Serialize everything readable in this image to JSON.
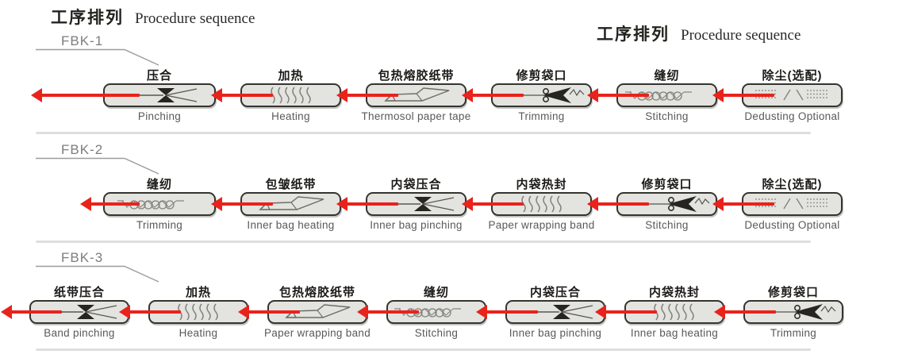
{
  "header": {
    "left": {
      "zh": "工序排列",
      "en": "Procedure sequence"
    },
    "right": {
      "zh": "工序排列",
      "en": "Procedure sequence"
    }
  },
  "colors": {
    "arrow_red": "#e8231c",
    "box_fill": "#e3e3df",
    "box_border": "#35342e",
    "english_label": "#58595a",
    "model_label": "#7c7d7f",
    "separator": "#dededb",
    "icon_gray": "#84837d",
    "icon_dark": "#262520"
  },
  "rows": [
    {
      "model": "FBK-1",
      "steps": [
        {
          "zh": "压合",
          "en": "Pinching",
          "icon": "pinch-icon"
        },
        {
          "zh": "加热",
          "en": "Heating",
          "icon": "heat-wave-icon"
        },
        {
          "zh": "包热熔胶纸带",
          "en": "Thermosol paper tape",
          "icon": "paper-tape-icon"
        },
        {
          "zh": "修剪袋口",
          "en": "Trimming",
          "icon": "scissors-icon"
        },
        {
          "zh": "缝纫",
          "en": "Stitching",
          "icon": "stitch-icon"
        },
        {
          "zh": "除尘(选配)",
          "en": "Dedusting Optional",
          "icon": "dedust-icon"
        }
      ]
    },
    {
      "model": "FBK-2",
      "steps": [
        {
          "zh": "缝纫",
          "en": "Trimming",
          "icon": "stitch-icon"
        },
        {
          "zh": "包皱纸带",
          "en": "Inner bag heating",
          "icon": "paper-tape-icon"
        },
        {
          "zh": "内袋压合",
          "en": "Inner bag pinching",
          "icon": "pinch-icon"
        },
        {
          "zh": "内袋热封",
          "en": "Paper wrapping band",
          "icon": "heat-wave-icon"
        },
        {
          "zh": "修剪袋口",
          "en": "Stitching",
          "icon": "scissors-icon"
        },
        {
          "zh": "除尘(选配)",
          "en": "Dedusting Optional",
          "icon": "dedust-icon"
        }
      ]
    },
    {
      "model": "FBK-3",
      "steps": [
        {
          "zh": "纸带压合",
          "en": "Band pinching",
          "icon": "pinch-icon"
        },
        {
          "zh": "加热",
          "en": "Heating",
          "icon": "heat-wave-icon"
        },
        {
          "zh": "包热熔胶纸带",
          "en": "Paper wrapping band",
          "icon": "paper-tape-icon"
        },
        {
          "zh": "缝纫",
          "en": "Stitching",
          "icon": "stitch-icon"
        },
        {
          "zh": "内袋压合",
          "en": "Inner bag pinching",
          "icon": "pinch-icon"
        },
        {
          "zh": "内袋热封",
          "en": "Inner bag heating",
          "icon": "heat-wave-icon"
        },
        {
          "zh": "修剪袋口",
          "en": "Trimming",
          "icon": "scissors-icon"
        }
      ]
    }
  ]
}
